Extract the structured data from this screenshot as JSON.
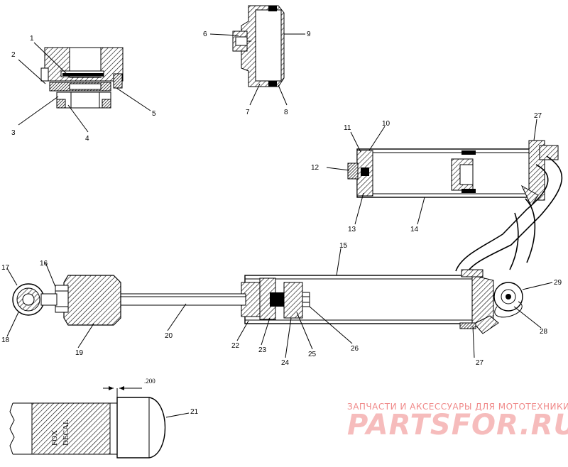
{
  "callouts": [
    "1",
    "2",
    "3",
    "4",
    "5",
    "6",
    "7",
    "8",
    "9",
    "10",
    "11",
    "12",
    "13",
    "14",
    "15",
    "16",
    "17",
    "18",
    "19",
    "20",
    "21",
    "22",
    "23",
    "24",
    "25",
    "26",
    "27",
    "27",
    "28",
    "29"
  ],
  "dimension": ".200",
  "decal_text": [
    "FOX",
    "DECAL"
  ],
  "watermark": {
    "tagline": "ЗАПЧАСТИ И АКСЕССУАРЫ ДЛЯ МОТОТЕХНИКИ",
    "brand": "PARTSFOR.RU"
  }
}
